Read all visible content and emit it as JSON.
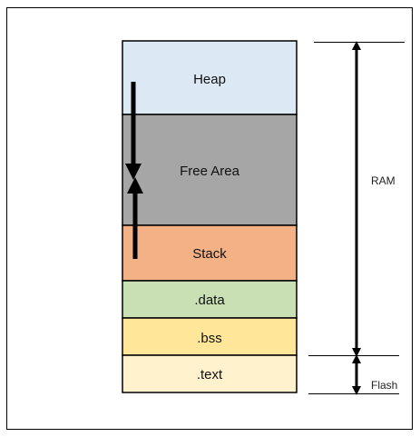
{
  "memory_map": {
    "segments": [
      {
        "id": "heap",
        "label": "Heap",
        "color": "#dce9f5"
      },
      {
        "id": "free-area",
        "label": "Free Area",
        "color": "#a6a6a6"
      },
      {
        "id": "stack",
        "label": "Stack",
        "color": "#f4b185"
      },
      {
        "id": "data",
        "label": ".data",
        "color": "#c8e0b4"
      },
      {
        "id": "bss",
        "label": ".bss",
        "color": "#ffe699"
      },
      {
        "id": "text",
        "label": ".text",
        "color": "#fff2cc"
      }
    ],
    "regions": {
      "ram_label": "RAM",
      "flash_label": "Flash"
    }
  }
}
